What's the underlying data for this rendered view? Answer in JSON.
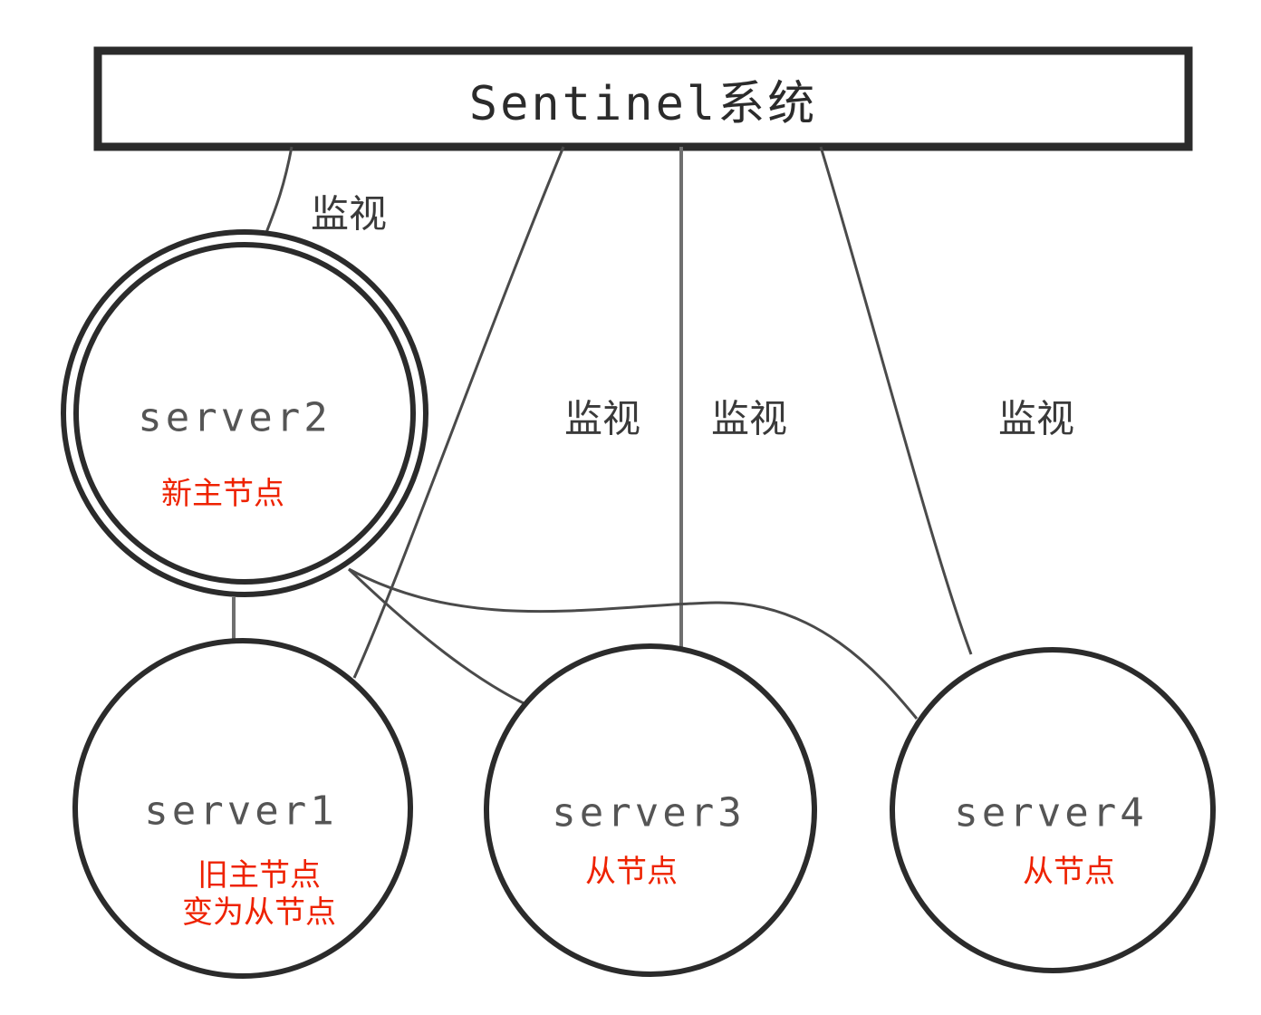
{
  "diagram": {
    "title": "Sentinel系统",
    "background_color": "#ffffff",
    "stroke_color": "#2b2b2b",
    "thin_stroke_color": "#555555",
    "role_color": "#ee2200",
    "name_color": "#555555"
  },
  "sentinel_box": {
    "label": "Sentinel系统"
  },
  "nodes": [
    {
      "id": "server2",
      "name": "server2",
      "role": "新主节点",
      "double_ring": true
    },
    {
      "id": "server1",
      "name": "server1",
      "role_line1": "旧主节点",
      "role_line2": "变为从节点",
      "double_ring": false
    },
    {
      "id": "server3",
      "name": "server3",
      "role": "从节点",
      "double_ring": false
    },
    {
      "id": "server4",
      "name": "server4",
      "role": "从节点",
      "double_ring": false
    }
  ],
  "edge_labels": [
    {
      "id": "watch-server2",
      "text": "监视"
    },
    {
      "id": "watch-server1",
      "text": "监视"
    },
    {
      "id": "watch-server3",
      "text": "监视"
    },
    {
      "id": "watch-server4",
      "text": "监视"
    }
  ]
}
